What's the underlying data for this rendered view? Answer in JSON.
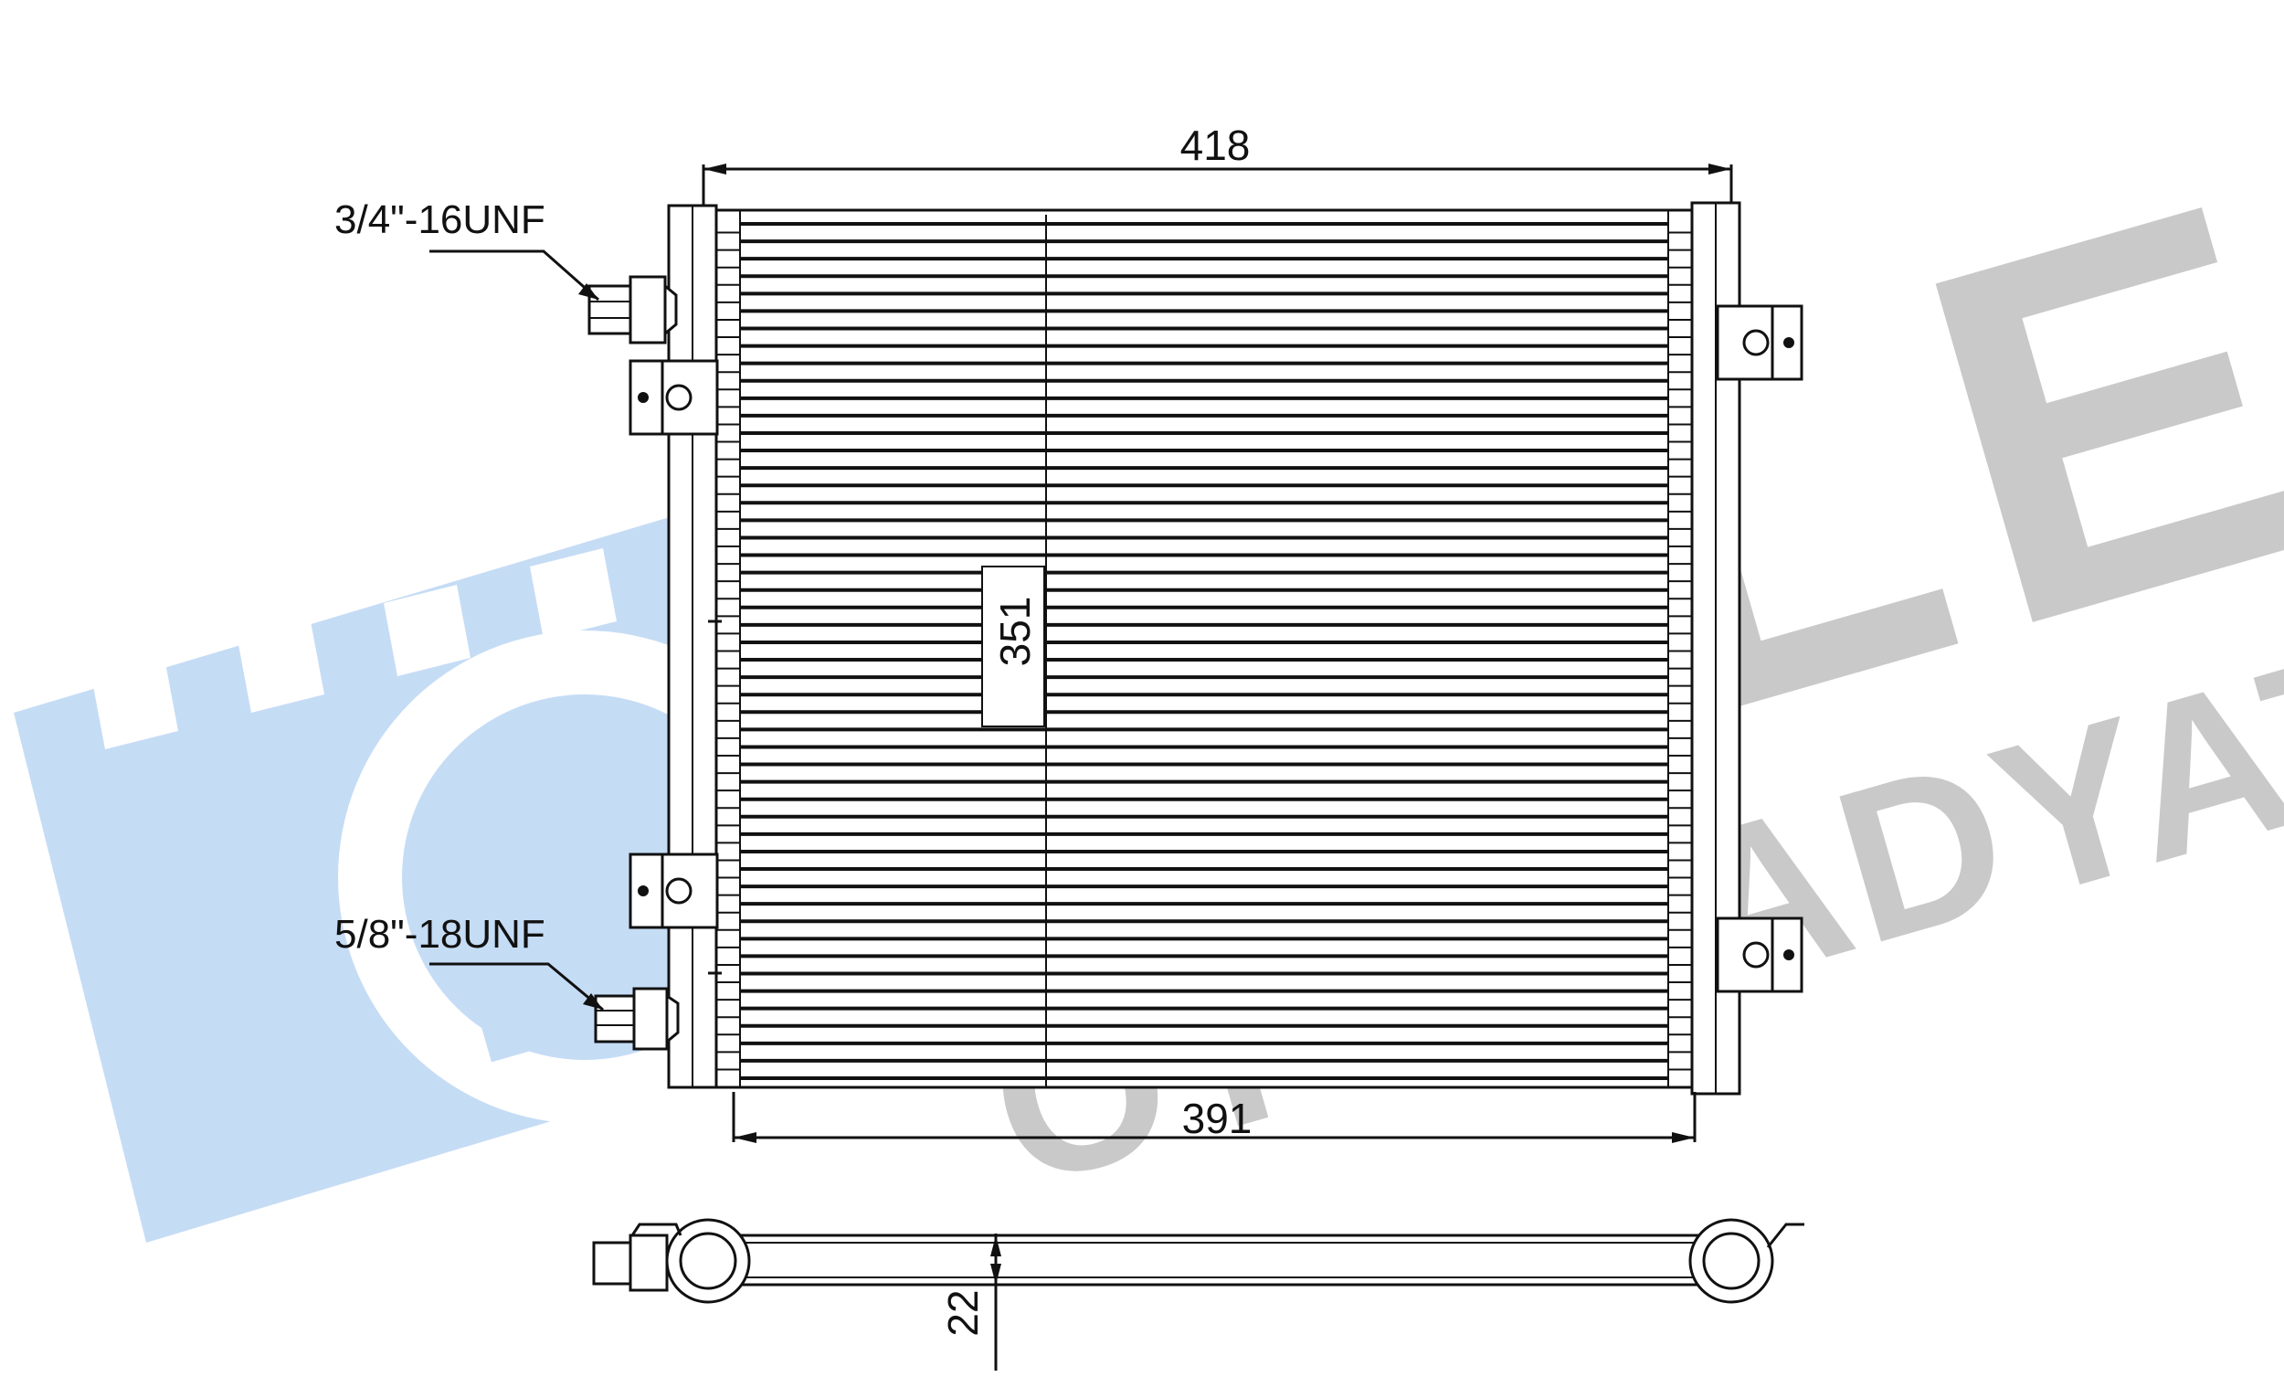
{
  "watermark": {
    "brand": "KALE",
    "subtitle": "OTO RADYATÖR",
    "logo_mark": "K",
    "gray": "#c9c9c9",
    "blue": "#c5dcf5"
  },
  "dimensions": {
    "overall_width": "418",
    "core_width": "391",
    "core_height": "351",
    "thickness": "22"
  },
  "fittings": {
    "top": "3/4\"-16UNF",
    "bottom": "5/8\"-18UNF"
  },
  "line_color": "#111111"
}
